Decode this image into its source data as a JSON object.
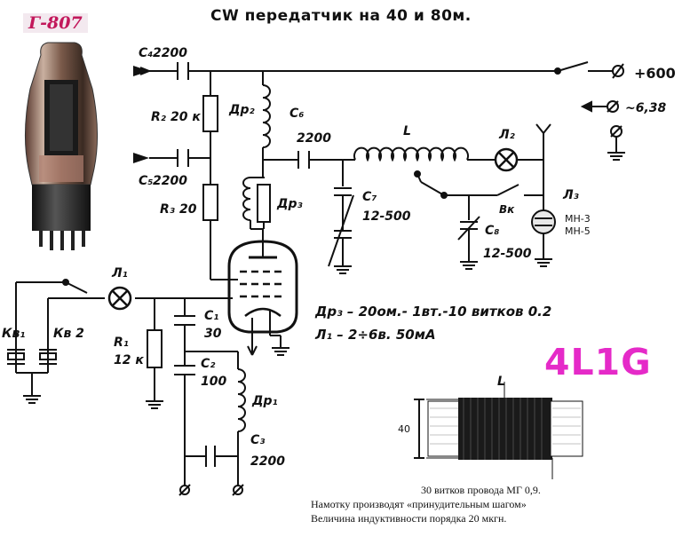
{
  "title": "CW передатчик на 40 и 80м.",
  "tube_tag": "Г-807",
  "callsign": "4L1G",
  "supply": {
    "hv": "+600",
    "heater": "~6,38"
  },
  "components": {
    "C4": {
      "ref": "C₄",
      "value": "2200"
    },
    "C5": {
      "ref": "C₅",
      "value": "2200"
    },
    "C6": {
      "ref": "C₆",
      "value": "2200"
    },
    "C7": {
      "ref": "C₇",
      "value": "12-500"
    },
    "C8": {
      "ref": "C₈",
      "value": "12-500"
    },
    "C1": {
      "ref": "C₁",
      "value": "30"
    },
    "C2": {
      "ref": "C₂",
      "value": "100"
    },
    "C3": {
      "ref": "C₃",
      "value": "2200"
    },
    "R2": {
      "ref": "R₂",
      "value": "20 к"
    },
    "R3": {
      "ref": "R₃",
      "value": "20"
    },
    "R1": {
      "ref": "R₁",
      "value": "12 к"
    },
    "Dr1": {
      "ref": "Др₁"
    },
    "Dr2": {
      "ref": "Др₂"
    },
    "Dr3": {
      "ref": "Др₃"
    },
    "L": {
      "ref": "L"
    },
    "L1": {
      "ref": "Л₁"
    },
    "L2": {
      "ref": "Л₂"
    },
    "L3": {
      "ref": "Л₃",
      "value1": "МН-3",
      "value2": "МН-5"
    },
    "Kv1": {
      "ref": "Кв₁"
    },
    "Kv2": {
      "ref": "Кв 2"
    },
    "Bk": {
      "ref": "Вк"
    }
  },
  "notes": {
    "dr3": "Др₃ – 20ом.- 1вт.-10 витков 0.2",
    "l1": "Л₁ – 2÷6в. 50мА"
  },
  "coil_drawing": {
    "label": "L",
    "dimension": "40",
    "caption": [
      "30 витков провода МГ 0,9.",
      "Намотку производят «принудительным шагом»",
      "Величина индуктивности порядка 20 мкгн."
    ]
  }
}
